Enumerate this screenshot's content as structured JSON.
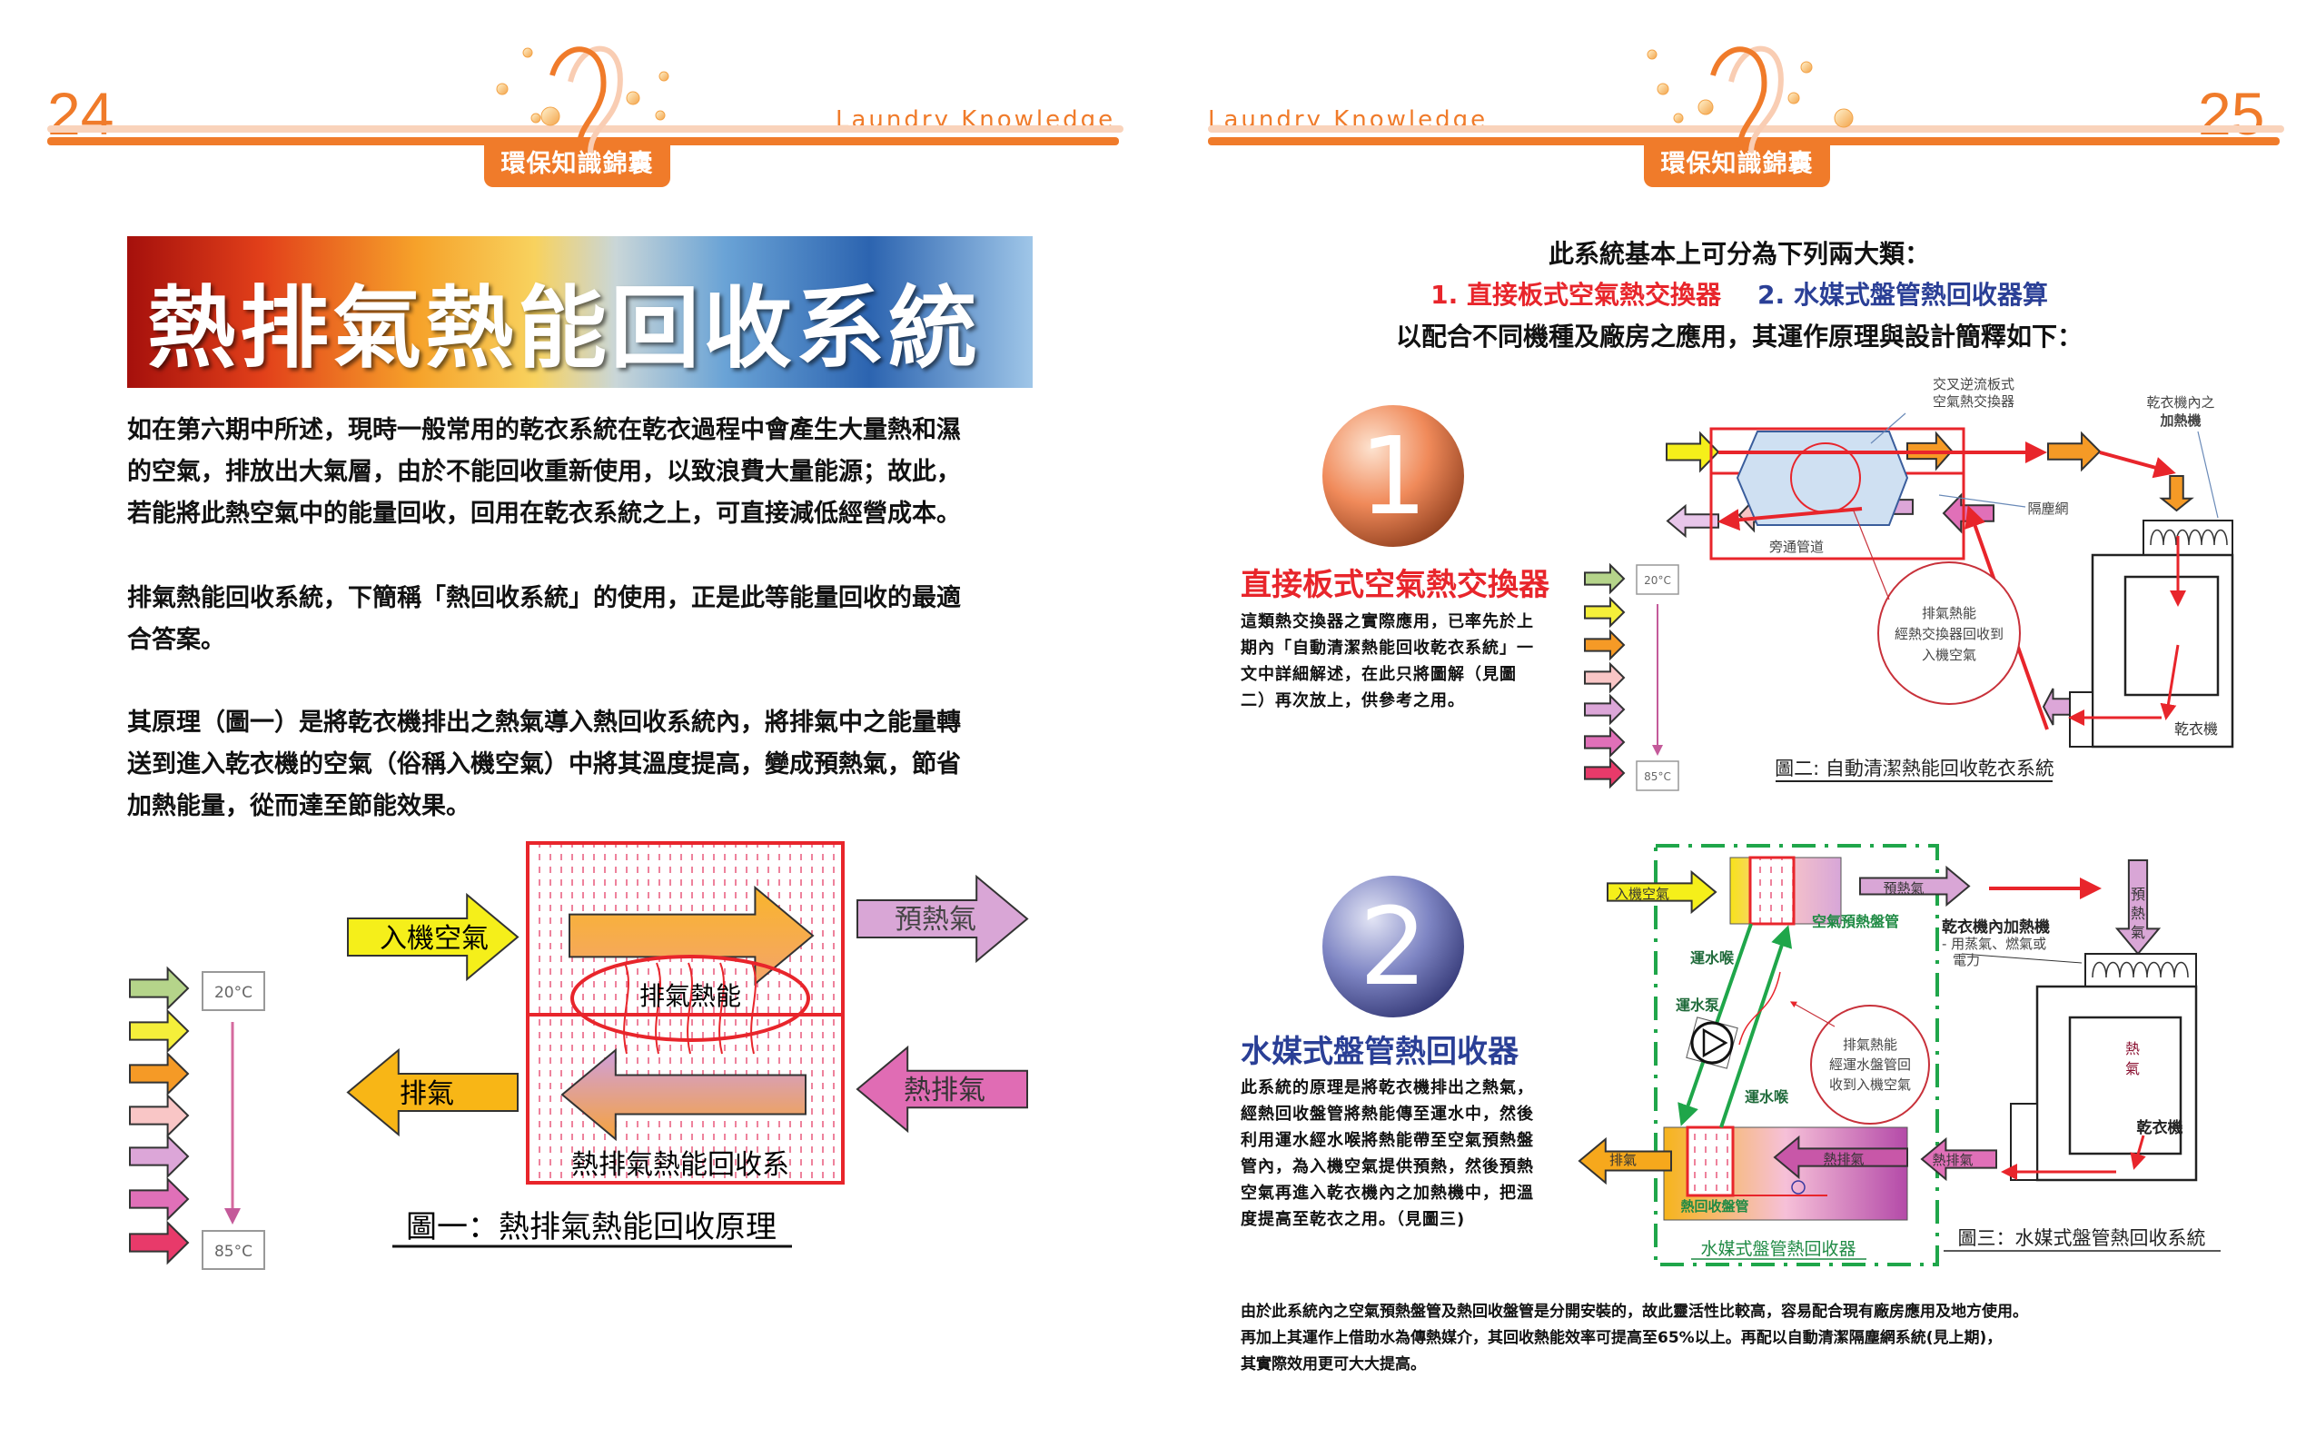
{
  "header": {
    "left_page_number": "24",
    "right_page_number": "25",
    "section_label": "Laundry Knowledge",
    "badge": "環保知識錦囊"
  },
  "left": {
    "title": "熱排氣熱能回收系統",
    "paragraphs": [
      [
        "如在第六期中所述，現時一般常用的乾衣系統在乾衣過程中會產生大量熱和濕",
        "的空氣，排放出大氣層，由於不能回收重新使用，以致浪費大量能源；故此，",
        "若能將此熱空氣中的能量回收，回用在乾衣系統之上，可直接減低經營成本。"
      ],
      [
        "排氣熱能回收系統，下簡稱「熱回收系統」的使用，正是此等能量回收的最適",
        "合答案。"
      ],
      [
        "其原理（圖一）是將乾衣機排出之熱氣導入熱回收系統內，將排氣中之能量轉",
        "送到進入乾衣機的空氣（俗稱入機空氣）中將其溫度提高，變成預熱氣，節省",
        "加熱能量，從而達至節能效果。"
      ]
    ],
    "figure1": {
      "temp_low": "20°C",
      "temp_high": "85°C",
      "intake_air": "入機空氣",
      "exhaust": "排氣",
      "exhaust_heat": "排氣熱能",
      "system_label": "熱排氣熱能回收系",
      "preheated_air": "預熱氣",
      "hot_exhaust": "熱排氣",
      "caption": "圖一：熱排氣熱能回收原理",
      "legend_colors": [
        "#b5d48a",
        "#f5ef3a",
        "#f59a26",
        "#f9c6c6",
        "#dca6d8",
        "#e070b8",
        "#e83a6a"
      ]
    }
  },
  "right": {
    "intro": "此系統基本上可分為下列兩大類：",
    "type1": "1. 直接板式空氣熱交換器",
    "type2": "2. 水媒式盤管熱回收器算",
    "intro2": "以配合不同機種及廠房之應用，其運作原理與設計簡釋如下：",
    "section1": {
      "number": "1",
      "title": "直接板式空氣熱交換器",
      "desc": [
        "這類熱交換器之實際應用，已率先於上",
        "期內「自動清潔熱能回收乾衣系統」一",
        "文中詳細解述，在此只將圖解（見圖",
        "二）再次放上，供參考之用。"
      ]
    },
    "figure2": {
      "temp_low": "20°C",
      "temp_high": "85°C",
      "exchanger_label_1": "交叉逆流板式",
      "exchanger_label_2": "空氣熱交換器",
      "heater_label_1": "乾衣機內之",
      "heater_label_2": "加熱機",
      "filter": "隔塵網",
      "bypass": "旁通管道",
      "note_1": "排氣熱能",
      "note_2": "經熱交換器回收到",
      "note_3": "入機空氣",
      "dryer": "乾衣機",
      "caption": "圖二: 自動清潔熱能回收乾衣系統"
    },
    "section2": {
      "number": "2",
      "title": "水媒式盤管熱回收器",
      "desc": [
        "此系統的原理是將乾衣機排出之熱氣，",
        "經熱回收盤管將熱能傳至運水中，然後",
        "利用運水經水喉將熱能帶至空氣預熱盤",
        "管內，為入機空氣提供預熱，然後預熱",
        "空氣再進入乾衣機內之加熱機中，把溫",
        "度提高至乾衣之用。（見圖三)"
      ]
    },
    "figure3": {
      "intake_air": "入機空氣",
      "preheated_air": "預熱氣",
      "preheat_down_1": "預",
      "preheat_down_2": "熱",
      "preheat_down_3": "氣",
      "preheat_coil": "空氣預熱盤管",
      "heater_1": "乾衣機內加熱機",
      "heater_2": "- 用蒸氣、燃氣或",
      "heater_3": "電力",
      "water_pipe_1": "運水喉",
      "pump": "運水泵",
      "water_pipe_2": "運水喉",
      "note_1": "排氣熱能",
      "note_2": "經運水盤管回",
      "note_3": "收到入機空氣",
      "hot_air_1": "熱",
      "hot_air_2": "氣",
      "dryer": "乾衣機",
      "exhaust": "排氣",
      "hot_exhaust_inner": "熱排氣",
      "hot_exhaust_outer": "熱排氣",
      "recovery_coil": "熱回收盤管",
      "unit_label": "水媒式盤管熱回收器",
      "caption": "圖三：水媒式盤管熱回收系統"
    },
    "bottom": [
      "由於此系統內之空氣預熱盤管及熱回收盤管是分開安裝的，故此靈活性比較高，容易配合現有廠房應用及地方使用。",
      "再加上其運作上借助水為傳熱媒介，其回收熱能效率可提高至65%以上。再配以自動清潔隔塵網系統(見上期)，",
      "其實際效用更可大大提高。"
    ]
  },
  "colors": {
    "accent": "#f07b2a",
    "red": "#e8252b",
    "blue": "#2a3f96",
    "green": "#1fa64a"
  }
}
